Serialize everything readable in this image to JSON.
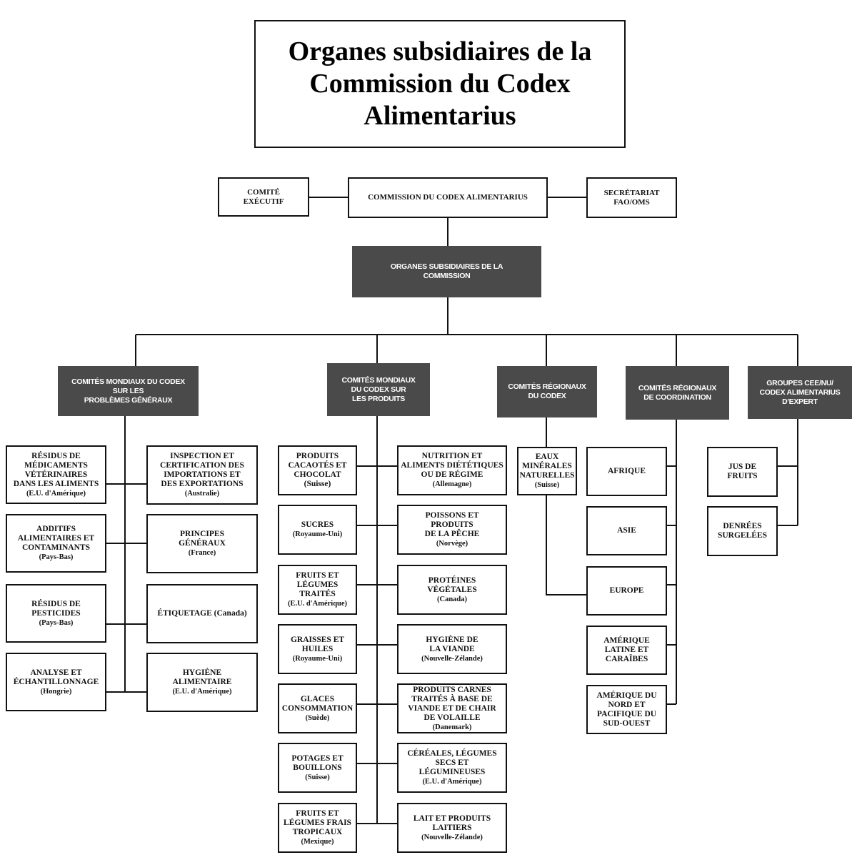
{
  "title": "Organes subsidiaires de la\nCommission du Codex\nAlimentarius",
  "top": {
    "executif": "COMITÉ\nEXÉCUTIF",
    "commission": "COMMISSION DU CODEX ALIMENTARIUS",
    "secretariat": "SECRÉTARIAT\nFAO/OMS"
  },
  "organes": "ORGANES SUBSIDIAIRES DE LA\nCOMMISSION",
  "groups": [
    "COMITÉS MONDIAUX DU CODEX\nSUR LES\nPROBLÈMES GÉNÉRAUX",
    "COMITÉS MONDIAUX\nDU CODEX SUR\nLES PRODUITS",
    "COMITÉS RÉGIONAUX\nDU CODEX",
    "COMITÉS RÉGIONAUX\nDE COORDINATION",
    "GROUPES CEE/NU/\nCODEX ALIMENTARIUS\nD'EXPERT"
  ],
  "general_left": [
    {
      "name": "RÉSIDUS DE\nMÉDICAMENTS\nVÉTÉRINAIRES\nDANS LES ALIMENTS",
      "country": "(E.U. d'Amérique)"
    },
    {
      "name": "ADDITIFS\nALIMENTAIRES ET\nCONTAMINANTS",
      "country": "(Pays-Bas)"
    },
    {
      "name": "RÉSIDUS DE\nPESTICIDES",
      "country": "(Pays-Bas)"
    },
    {
      "name": "ANALYSE ET\nÉCHANTILLONNAGE",
      "country": "(Hongrie)"
    }
  ],
  "general_right": [
    {
      "name": "INSPECTION ET\nCERTIFICATION DES\nIMPORTATIONS ET\nDES EXPORTATIONS",
      "country": "(Australie)"
    },
    {
      "name": "PRINCIPES\nGÉNÉRAUX",
      "country": "(France)"
    },
    {
      "name": "ÉTIQUETAGE (Canada)",
      "country": ""
    },
    {
      "name": "HYGIÈNE\nALIMENTAIRE",
      "country": "(E.U. d'Amérique)"
    }
  ],
  "products_left": [
    {
      "name": "PRODUITS\nCACAOTÉS ET\nCHOCOLAT (Suisse)",
      "country": ""
    },
    {
      "name": "SUCRES",
      "country": "(Royaume-Uni)"
    },
    {
      "name": "FRUITS ET\nLÉGUMES TRAITÉS",
      "country": "(E.U. d'Amérique)"
    },
    {
      "name": "GRAISSES ET\nHUILES",
      "country": "(Royaume-Uni)"
    },
    {
      "name": "GLACES\nCONSOMMATION",
      "country": "(Suède)"
    },
    {
      "name": "POTAGES ET\nBOUILLONS",
      "country": "(Suisse)"
    },
    {
      "name": "FRUITS ET\nLÉGUMES FRAIS\nTROPICAUX",
      "country": "(Mexique)"
    }
  ],
  "products_right": [
    {
      "name": "NUTRITION ET\nALIMENTS DIÉTÉTIQUES\nOU DE RÉGIME",
      "country": "(Allemagne)"
    },
    {
      "name": "POISSONS ET\nPRODUITS\nDE LA PÊCHE",
      "country": "(Norvège)"
    },
    {
      "name": "PROTÉINES\nVÉGÉTALES",
      "country": "(Canada)"
    },
    {
      "name": "HYGIÈNE DE\nLA VIANDE",
      "country": "(Nouvelle-Zélande)"
    },
    {
      "name": "PRODUITS CARNES\nTRAITÉS À BASE DE\nVIANDE ET DE CHAIR\nDE VOLAILLE",
      "country": "(Danemark)"
    },
    {
      "name": "CÉRÉALES, LÉGUMES\nSECS ET\nLÉGUMINEUSES",
      "country": "(E.U. d'Amérique)"
    },
    {
      "name": "LAIT ET PRODUITS\nLAITIERS",
      "country": "(Nouvelle-Zélande)"
    }
  ],
  "regional": [
    {
      "name": "EAUX\nMINÉRALES\nNATURELLES",
      "country": "(Suisse)"
    }
  ],
  "coordination": [
    "AFRIQUE",
    "ASIE",
    "EUROPE",
    "AMÉRIQUE\nLATINE ET\nCARAÏBES",
    "AMÉRIQUE DU\nNORD ET\nPACIFIQUE DU\nSUD-OUEST"
  ],
  "experts": [
    "JUS DE\nFRUITS",
    "DENRÉES\nSURGELÉES"
  ]
}
